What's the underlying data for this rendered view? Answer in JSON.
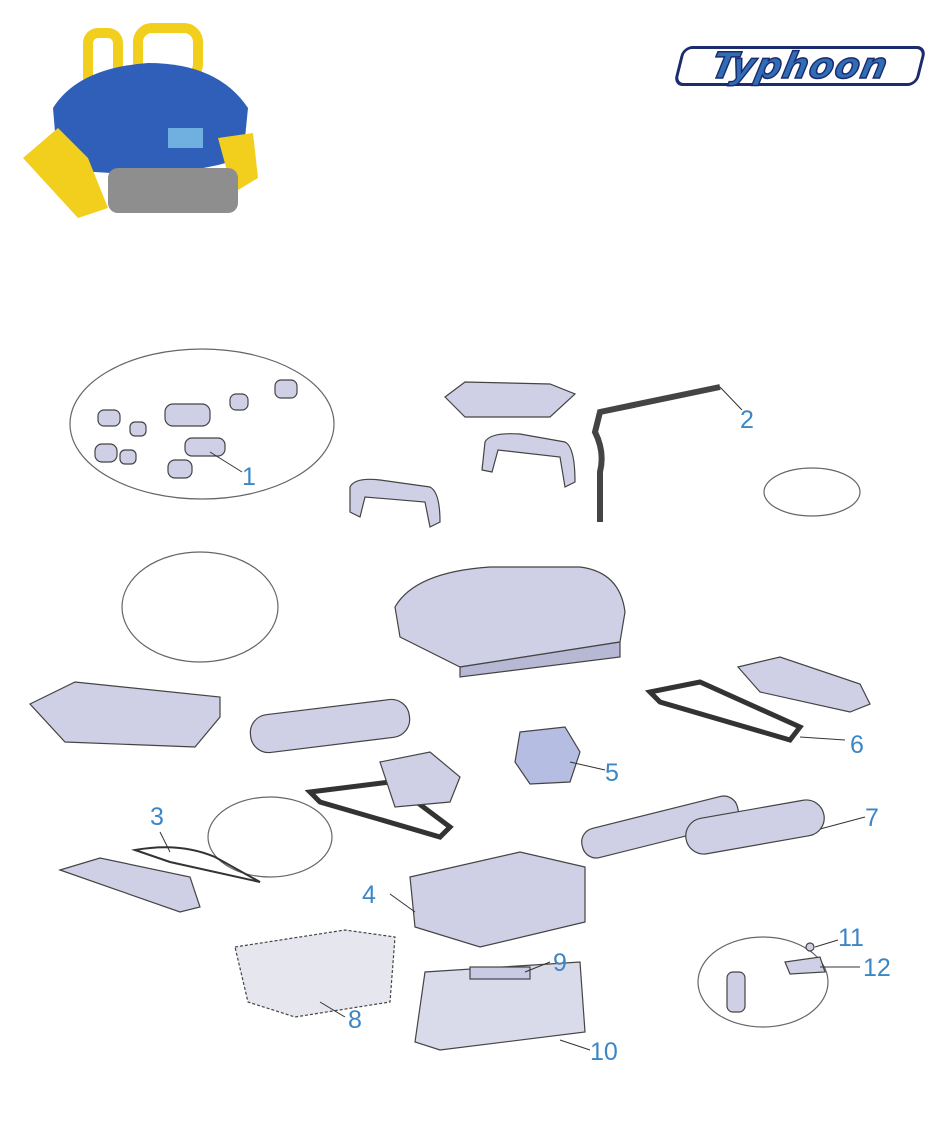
{
  "brand": {
    "logo_text": "Typhoon",
    "color": "#2f6db5",
    "outline": "#1c2a6e"
  },
  "product_image": {
    "name": "pool-robot-cleaner",
    "body_color": "#2f5fb8",
    "handle_color": "#f2cf1c"
  },
  "diagram": {
    "callout_color": "#3c86c6",
    "callouts": [
      "1",
      "2",
      "3",
      "4",
      "5",
      "6",
      "7",
      "8",
      "9",
      "10",
      "11",
      "12"
    ]
  }
}
